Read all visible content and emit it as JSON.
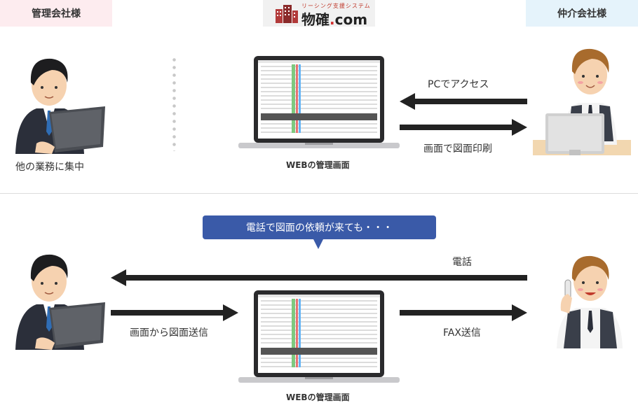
{
  "header": {
    "left_tag": "管理会社様",
    "right_tag": "仲介会社様",
    "logo_sub": "リーシング支援システム",
    "logo_main": "物確",
    "logo_dot": ".",
    "logo_domain": "com"
  },
  "top_section": {
    "left_caption": "他の業務に集中",
    "laptop_caption": "WEBの管理画面",
    "arrow_left_label": "PCでアクセス",
    "arrow_right_label": "画面で図面印刷"
  },
  "bottom_section": {
    "bubble_text": "電話で図面の依頼が来ても・・・",
    "phone_arrow_label": "電話",
    "send_arrow_label": "画面から図面送信",
    "fax_arrow_label": "FAX送信",
    "laptop_caption": "WEBの管理画面"
  },
  "colors": {
    "left_tag_bg": "#fdecef",
    "right_tag_bg": "#e5f3fb",
    "bubble_bg": "#3a5aa8",
    "arrow": "#222222",
    "suit": "#2b2f3a",
    "tie": "#2f6db5"
  }
}
